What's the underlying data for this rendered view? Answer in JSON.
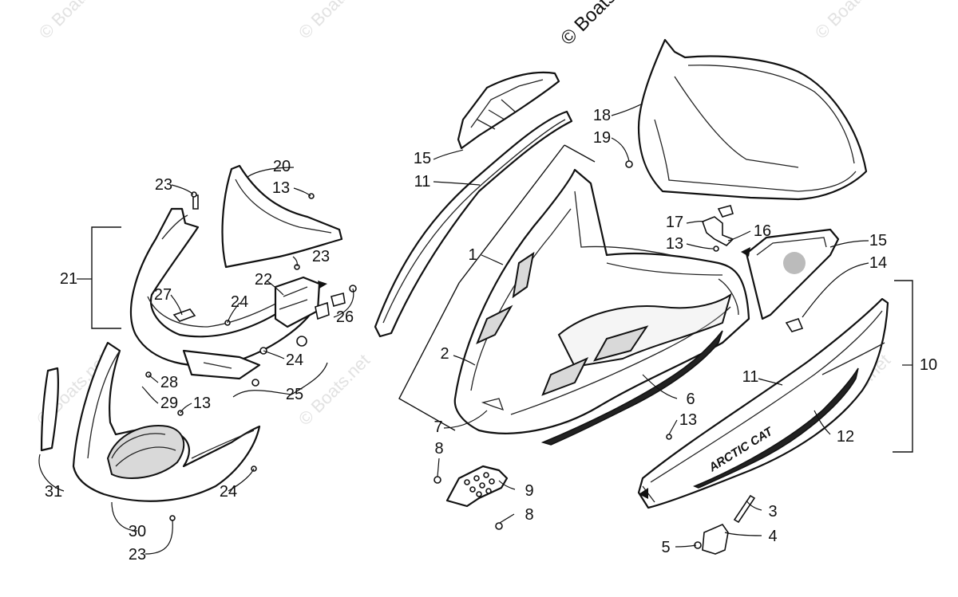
{
  "watermarks": {
    "top": "© Boats.net",
    "repeat": "© Boats.net"
  },
  "decal_text": "ARCTIC CAT",
  "callouts": [
    {
      "id": "c1",
      "label": "1"
    },
    {
      "id": "c2",
      "label": "2"
    },
    {
      "id": "c3",
      "label": "3"
    },
    {
      "id": "c4",
      "label": "4"
    },
    {
      "id": "c5",
      "label": "5"
    },
    {
      "id": "c6",
      "label": "6"
    },
    {
      "id": "c7",
      "label": "7"
    },
    {
      "id": "c8a",
      "label": "8"
    },
    {
      "id": "c8b",
      "label": "8"
    },
    {
      "id": "c9",
      "label": "9"
    },
    {
      "id": "c10",
      "label": "10"
    },
    {
      "id": "c11a",
      "label": "11"
    },
    {
      "id": "c11b",
      "label": "11"
    },
    {
      "id": "c12",
      "label": "12"
    },
    {
      "id": "c13a",
      "label": "13"
    },
    {
      "id": "c13b",
      "label": "13"
    },
    {
      "id": "c13c",
      "label": "13"
    },
    {
      "id": "c13d",
      "label": "13"
    },
    {
      "id": "c14",
      "label": "14"
    },
    {
      "id": "c15a",
      "label": "15"
    },
    {
      "id": "c15b",
      "label": "15"
    },
    {
      "id": "c16",
      "label": "16"
    },
    {
      "id": "c17",
      "label": "17"
    },
    {
      "id": "c18",
      "label": "18"
    },
    {
      "id": "c19",
      "label": "19"
    },
    {
      "id": "c20",
      "label": "20"
    },
    {
      "id": "c21",
      "label": "21"
    },
    {
      "id": "c22",
      "label": "22"
    },
    {
      "id": "c23a",
      "label": "23"
    },
    {
      "id": "c23b",
      "label": "23"
    },
    {
      "id": "c23c",
      "label": "23"
    },
    {
      "id": "c24a",
      "label": "24"
    },
    {
      "id": "c24b",
      "label": "24"
    },
    {
      "id": "c24c",
      "label": "24"
    },
    {
      "id": "c25",
      "label": "25"
    },
    {
      "id": "c26",
      "label": "26"
    },
    {
      "id": "c27",
      "label": "27"
    },
    {
      "id": "c28",
      "label": "28"
    },
    {
      "id": "c29",
      "label": "29"
    },
    {
      "id": "c30",
      "label": "30"
    },
    {
      "id": "c31",
      "label": "31"
    }
  ]
}
